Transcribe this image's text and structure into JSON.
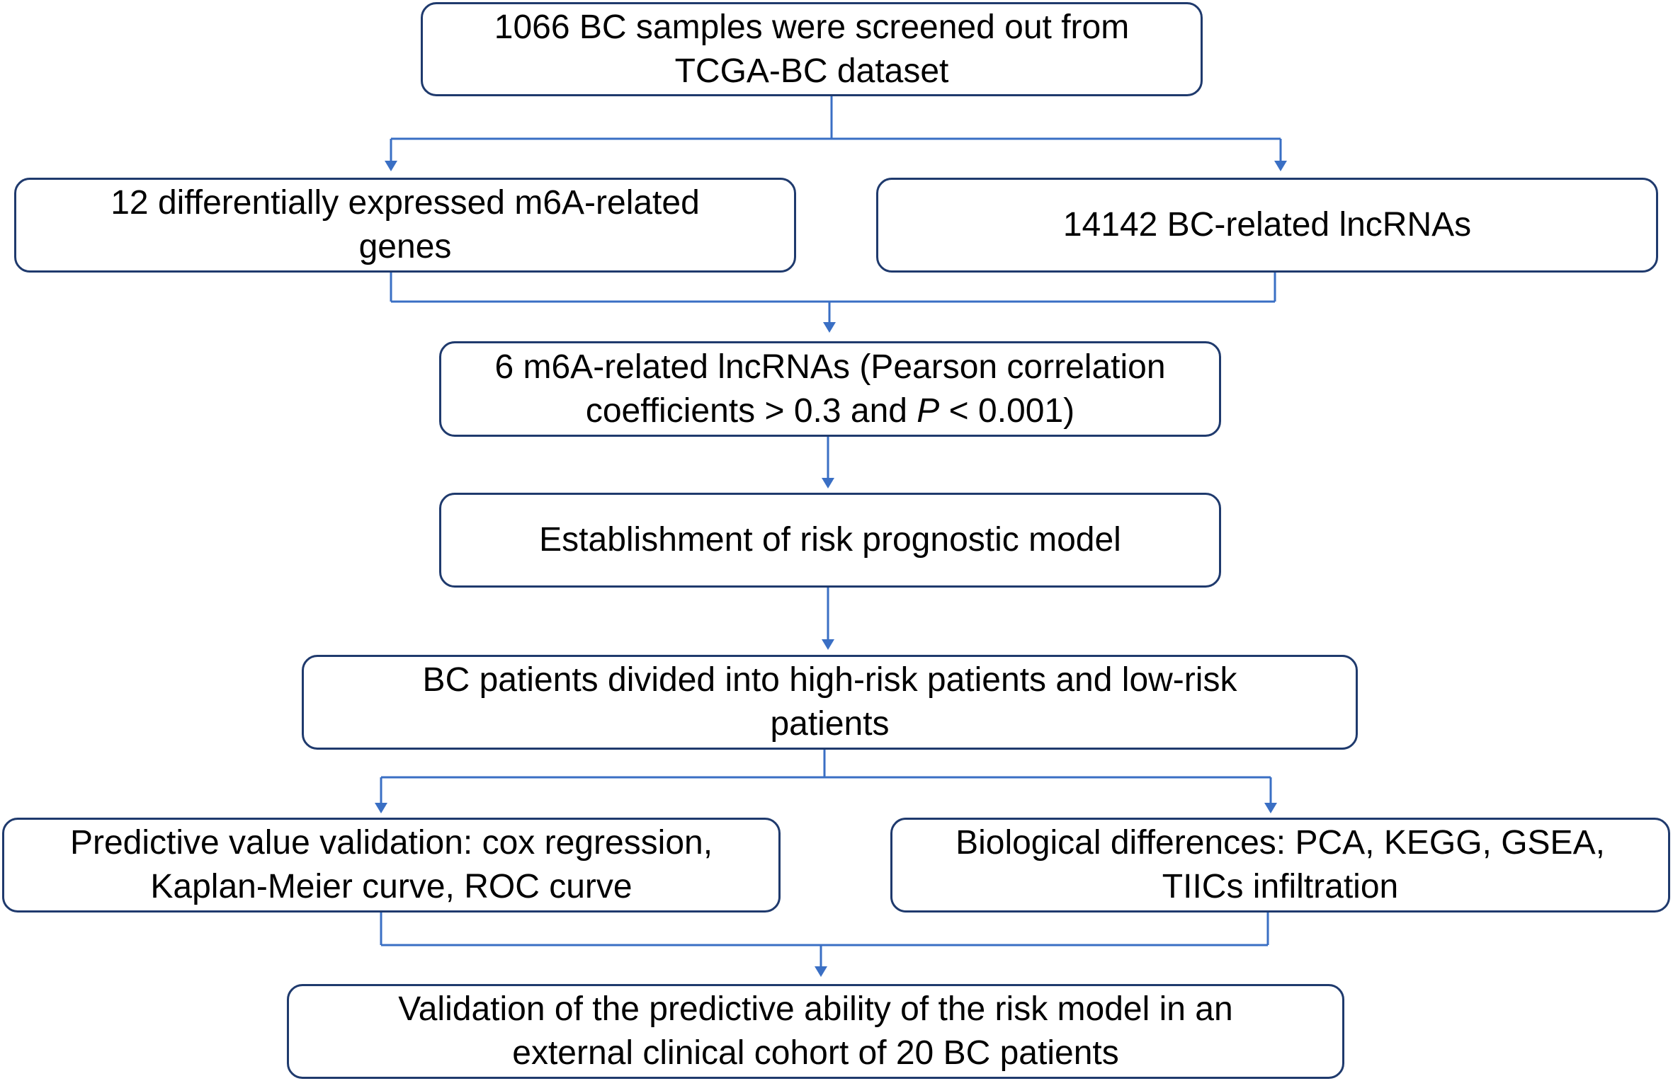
{
  "diagram": {
    "step1": {
      "line1": "1066 BC samples were screened out from",
      "line2": "TCGA-BC dataset"
    },
    "step2a": {
      "line1": "12 differentially expressed m6A-related",
      "line2": "genes"
    },
    "step2b": {
      "line1": "14142 BC-related lncRNAs"
    },
    "step3": {
      "line1": "6 m6A-related lncRNAs (Pearson correlation",
      "line2_pre": "coefficients > 0.3 and ",
      "line2_p": "P",
      "line2_post": " < 0.001)"
    },
    "step4": {
      "line1": "Establishment of risk prognostic model"
    },
    "step5": {
      "line1": "BC patients divided into high-risk patients and low-risk",
      "line2": "patients"
    },
    "step6a": {
      "line1": "Predictive value validation: cox regression,",
      "line2": "Kaplan-Meier curve, ROC curve"
    },
    "step6b": {
      "line1": "Biological differences: PCA, KEGG, GSEA,",
      "line2": "TIICs infiltration"
    },
    "step7": {
      "line1": "Validation of the predictive ability of the risk model in an",
      "line2": "external clinical cohort of 20 BC patients"
    }
  },
  "colors": {
    "box_border": "#1f3a6d",
    "connector": "#3a6fc4",
    "text": "#000000",
    "background": "#ffffff"
  }
}
